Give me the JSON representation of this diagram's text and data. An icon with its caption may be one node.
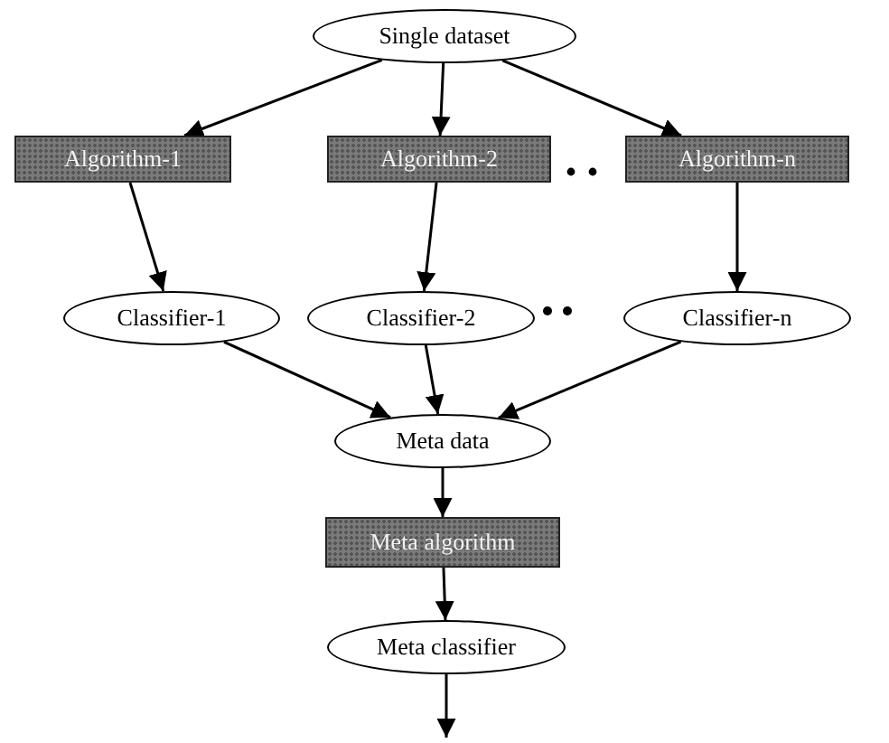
{
  "diagram": {
    "nodes": [
      {
        "text": [
          "Single dataset"
        ]
      },
      {
        "text": [
          "Algorithm-1"
        ]
      },
      {
        "text": [
          "Algorithm-2"
        ]
      },
      {
        "text": [
          "Algorithm-n"
        ]
      },
      {
        "text": [
          "Classifier-1"
        ]
      },
      {
        "text": [
          "Classifier-2"
        ]
      },
      {
        "text": [
          "Classifier-n"
        ]
      },
      {
        "text": [
          "Meta data"
        ]
      },
      {
        "text": [
          "Meta algorithm"
        ]
      },
      {
        "text": [
          "Meta classifier"
        ]
      }
    ],
    "edges": [
      {
        "from": 0,
        "to": 1,
        "arrow": "to"
      },
      {
        "from": 0,
        "to": 2,
        "arrow": "to"
      },
      {
        "from": 0,
        "to": 3,
        "arrow": "to"
      },
      {
        "from": 1,
        "to": 4,
        "arrow": "to"
      },
      {
        "from": 2,
        "to": 5,
        "arrow": "to"
      },
      {
        "from": 3,
        "to": 6,
        "arrow": "to"
      },
      {
        "from": 4,
        "to": 7,
        "arrow": "to"
      },
      {
        "from": 5,
        "to": 7,
        "arrow": "to"
      },
      {
        "from": 6,
        "to": 7,
        "arrow": "to"
      },
      {
        "from": 7,
        "to": 8,
        "arrow": "to"
      },
      {
        "from": 8,
        "to": 9,
        "arrow": "to"
      },
      {
        "from": 9,
        "to": null,
        "arrow": "to"
      }
    ]
  }
}
